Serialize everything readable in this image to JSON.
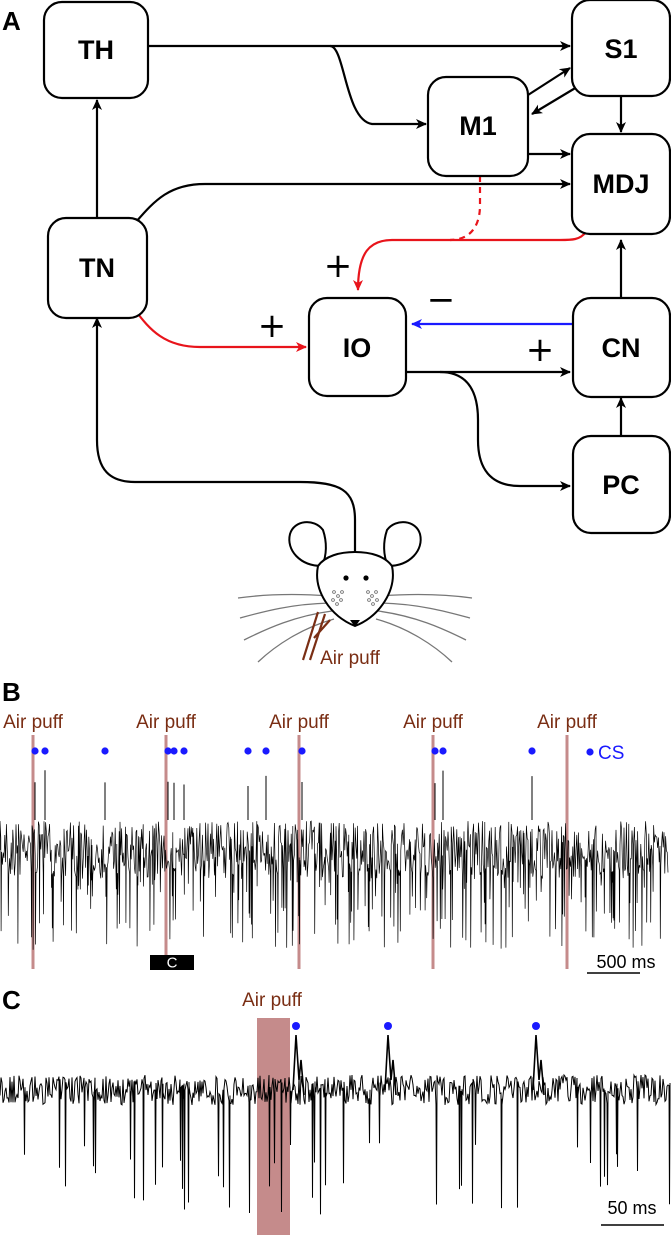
{
  "panels": {
    "a": "A",
    "b": "B",
    "c": "C"
  },
  "nodes": {
    "th": "TH",
    "s1": "S1",
    "m1": "M1",
    "mdj": "MDJ",
    "tn": "TN",
    "io": "IO",
    "cn": "CN",
    "pc": "PC"
  },
  "signs": {
    "plus_mdj_io": "+",
    "plus_tn_io": "+",
    "minus_cn_io": "−",
    "plus_io_cn": "+"
  },
  "colors": {
    "excitatory": "#e8141b",
    "inhibitory": "#1a1aff",
    "air_puff_text": "#7a2e14",
    "air_puff_band": "#c58b8b",
    "complex_spike": "#1a1aff"
  },
  "mouse": {
    "icon": "mouse-head-icon",
    "air_puff_label": "Air puff"
  },
  "panel_b": {
    "air_puff_label": "Air puff",
    "air_puff_events": 5,
    "cs_label": "CS",
    "zoom_box_label": "C",
    "scale_bar": "500 ms"
  },
  "panel_c": {
    "air_puff_label": "Air puff",
    "complex_spike_count": 3,
    "scale_bar": "50 ms"
  }
}
